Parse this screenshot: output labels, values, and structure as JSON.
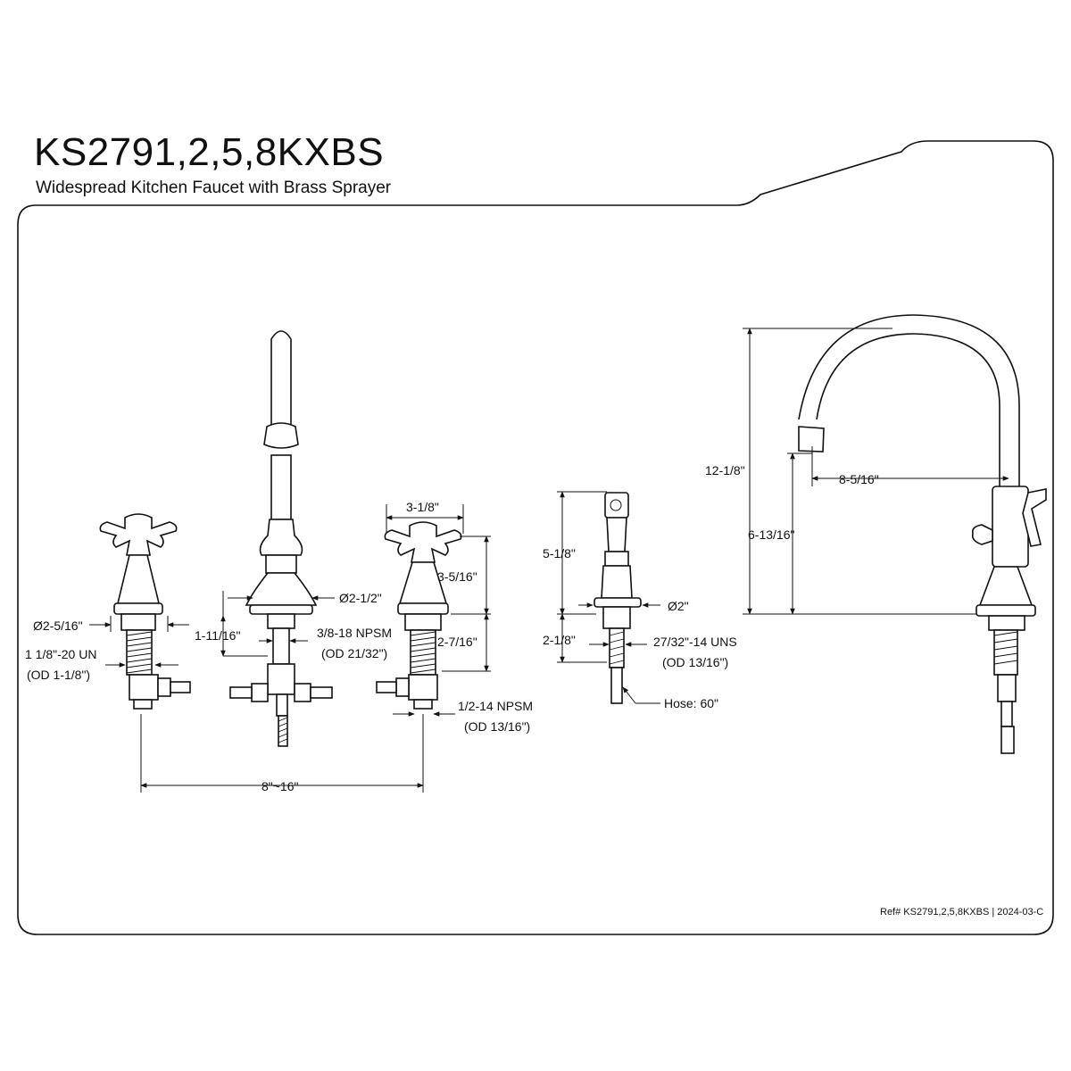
{
  "header": {
    "model": "KS2791,2,5,8KXBS",
    "description": "Widespread Kitchen Faucet with Brass Sprayer"
  },
  "footer": {
    "reference": "Ref# KS2791,2,5,8KXBS | 2024-03-C"
  },
  "front_view": {
    "handle_flange_diameter": "Ø2-5/16\"",
    "handle_thread_line1": "1 1/8\"-20 UN",
    "handle_thread_line2": "(OD 1-1/8\")",
    "spout_flange_diameter": "Ø2-1/2\"",
    "spout_shank_length": "1-11/16\"",
    "spout_thread_line1": "3/8-18 NPSM",
    "spout_thread_line2": "(OD 21/32\")",
    "handle_width": "3-1/8\"",
    "handle_height": "3-5/16\"",
    "handle_shank_length": "2-7/16\"",
    "inlet_thread_line1": "1/2-14 NPSM",
    "inlet_thread_line2": "(OD 13/16\")",
    "spread": "8\"~16\""
  },
  "sprayer_view": {
    "height": "5-1/8\"",
    "base_diameter": "Ø2\"",
    "shank_length": "2-1/8\"",
    "thread_line1": "27/32\"-14 UNS",
    "thread_line2": "(OD 13/16\")",
    "hose": "Hose: 60\""
  },
  "side_view": {
    "overall_height": "12-1/8\"",
    "spout_reach": "8-5/16\"",
    "spout_clearance": "6-13/16\""
  }
}
